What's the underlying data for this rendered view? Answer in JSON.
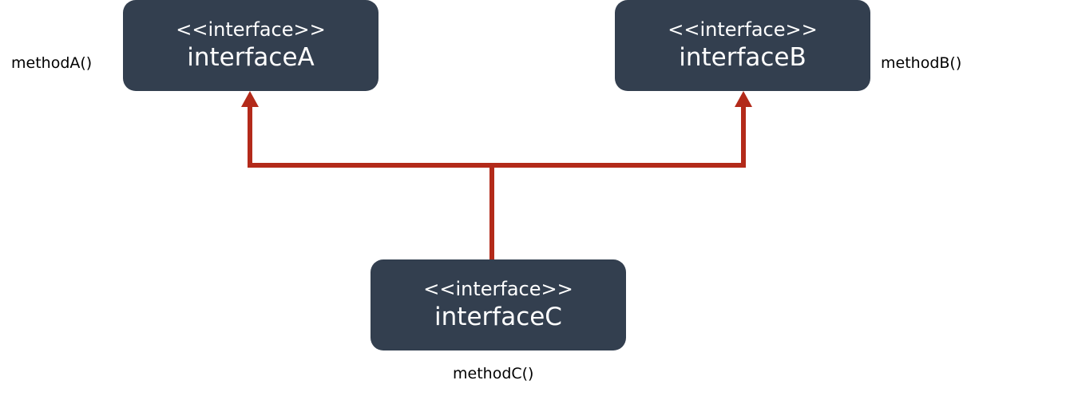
{
  "colors": {
    "box_fill": "#333f4f",
    "box_text": "#ffffff",
    "connector": "#b32a1a",
    "method_text": "#000000"
  },
  "interfaces": [
    {
      "stereotype": "<<interface>>",
      "name": "interfaceA",
      "method": "methodA()"
    },
    {
      "stereotype": "<<interface>>",
      "name": "interfaceB",
      "method": "methodB()"
    },
    {
      "stereotype": "<<interface>>",
      "name": "interfaceC",
      "method": "methodC()"
    }
  ],
  "relations": [
    {
      "from": "interfaceC",
      "to": "interfaceA",
      "type": "inheritance"
    },
    {
      "from": "interfaceC",
      "to": "interfaceB",
      "type": "inheritance"
    }
  ]
}
